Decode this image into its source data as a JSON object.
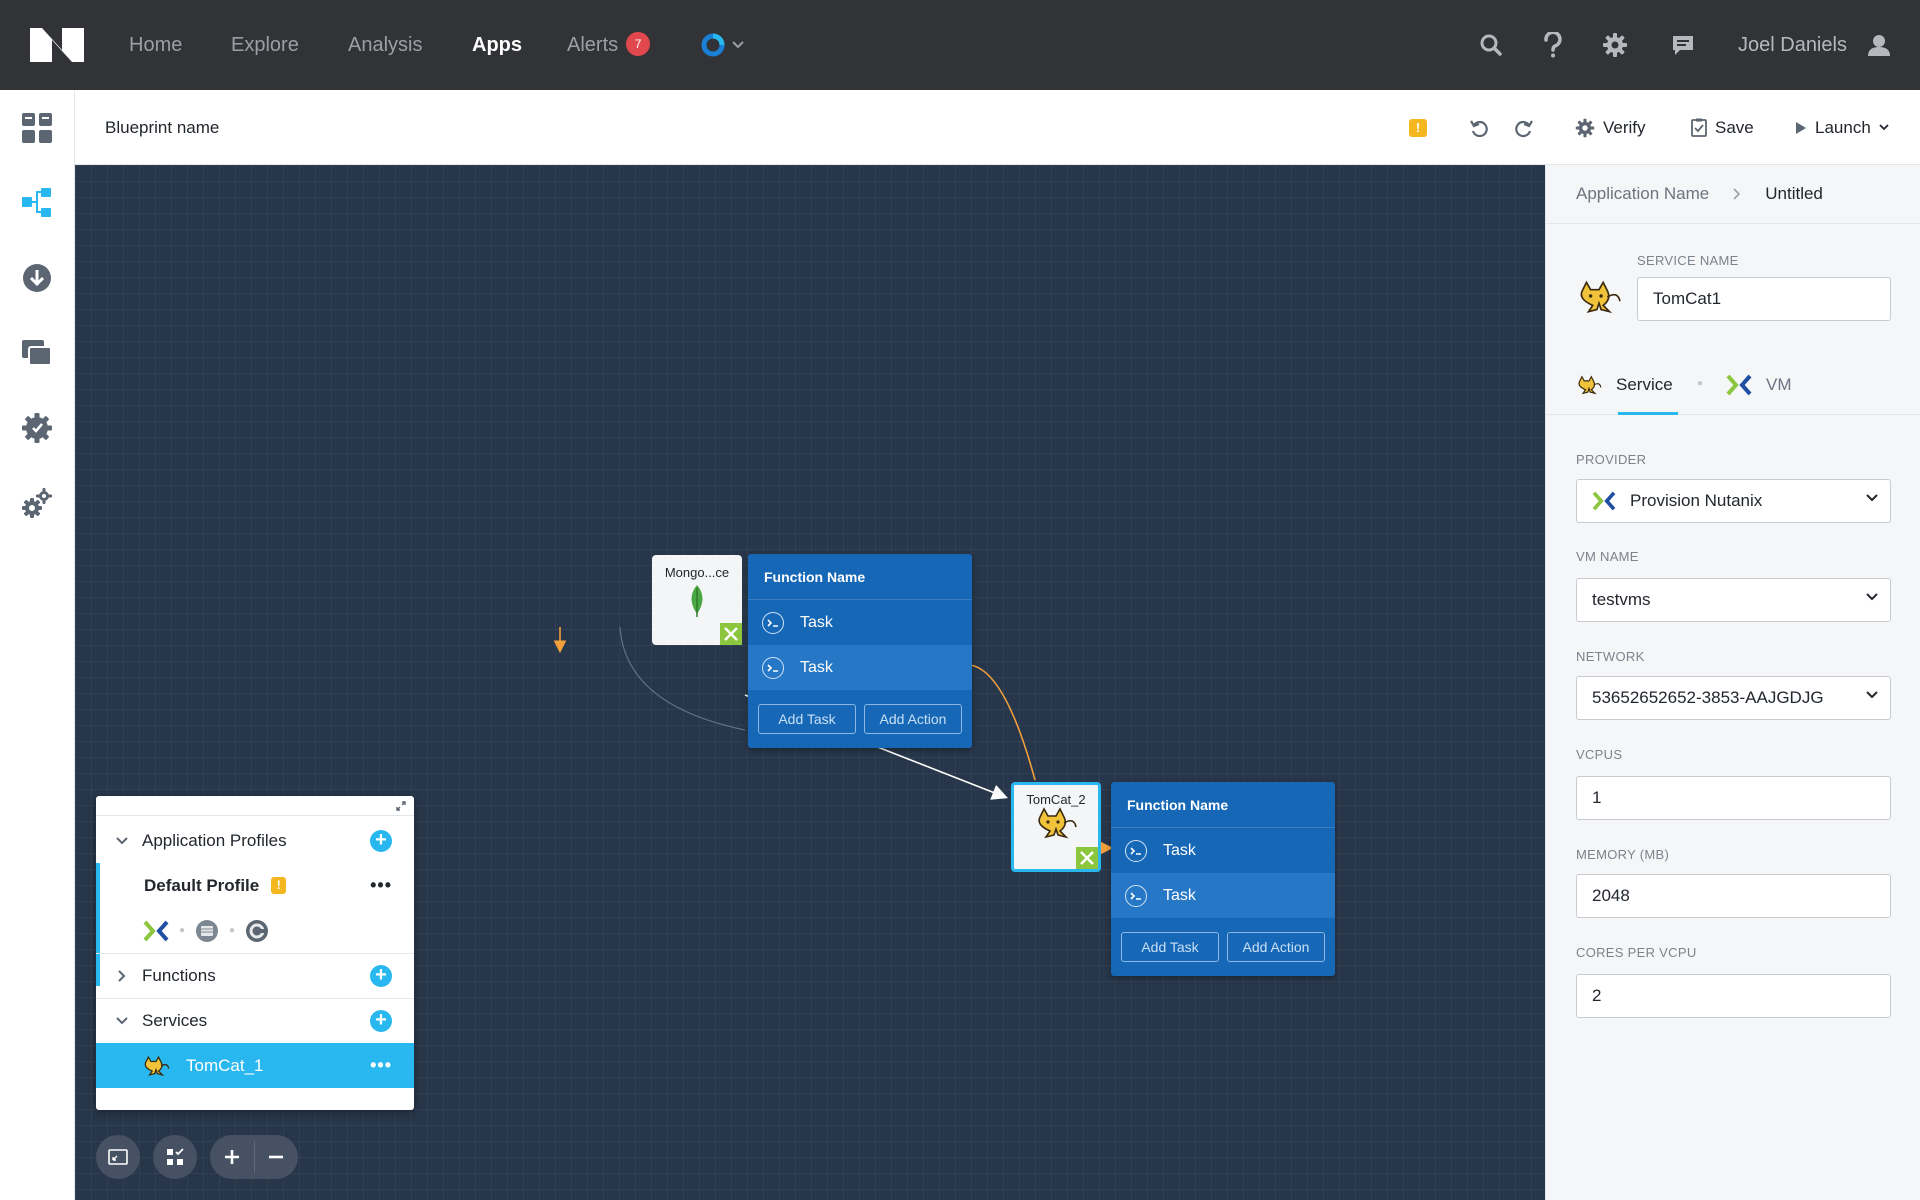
{
  "nav": {
    "items": [
      {
        "label": "Home",
        "active": false
      },
      {
        "label": "Explore",
        "active": false
      },
      {
        "label": "Analysis",
        "active": false
      },
      {
        "label": "Apps",
        "active": true
      },
      {
        "label": "Alerts",
        "active": false
      }
    ],
    "alerts_count": "7",
    "user_name": "Joel Daniels",
    "icons": [
      "search-icon",
      "help-icon",
      "gear-icon",
      "chat-icon",
      "user-icon"
    ]
  },
  "rail": {
    "icons": [
      "dashboard-icon",
      "blueprint-icon",
      "download-icon",
      "layers-icon",
      "gear-badge-icon",
      "gears-icon"
    ]
  },
  "toolbar": {
    "blueprint_name": "Blueprint name",
    "warning": "!",
    "verify_label": "Verify",
    "save_label": "Save",
    "launch_label": "Launch"
  },
  "canvas": {
    "mongo": {
      "label": "Mongo...ce"
    },
    "tomcat2": {
      "label": "TomCat_2"
    },
    "fn1": {
      "title": "Function Name",
      "tasks": [
        "Task",
        "Task"
      ],
      "add_task": "Add Task",
      "add_action": "Add Action"
    },
    "fn2": {
      "title": "Function Name",
      "tasks": [
        "Task",
        "Task"
      ],
      "add_task": "Add Task",
      "add_action": "Add Action"
    }
  },
  "panel": {
    "app_profiles": "Application Profiles",
    "default_profile": "Default Profile",
    "profile_warning": "!",
    "functions": "Functions",
    "services": "Services",
    "selected_service": "TomCat_1",
    "dots": "•••"
  },
  "props": {
    "breadcrumb_root": "Application Name",
    "breadcrumb_current": "Untitled",
    "service_name_label": "SERVICE NAME",
    "service_name_value": "TomCat1",
    "tab_service": "Service",
    "tab_vm": "VM",
    "provider_label": "PROVIDER",
    "provider_value": "Provision Nutanix",
    "vm_name_label": "VM NAME",
    "vm_name_value": "testvms",
    "network_label": "NETWORK",
    "network_value": "53652652652-3853-AAJGDJG",
    "vcpus_label": "VCPUS",
    "vcpus_value": "1",
    "memory_label": "MEMORY (MB)",
    "memory_value": "2048",
    "cores_label": "CORES PER VCPU",
    "cores_value": "2"
  },
  "colors": {
    "topbar": "#313336",
    "canvas": "#27364a",
    "function_card": "#1667b5",
    "accent": "#28b8ef",
    "nutanix_green": "#8cc63f",
    "warning": "#f5b71f",
    "alert": "#e0484e"
  }
}
